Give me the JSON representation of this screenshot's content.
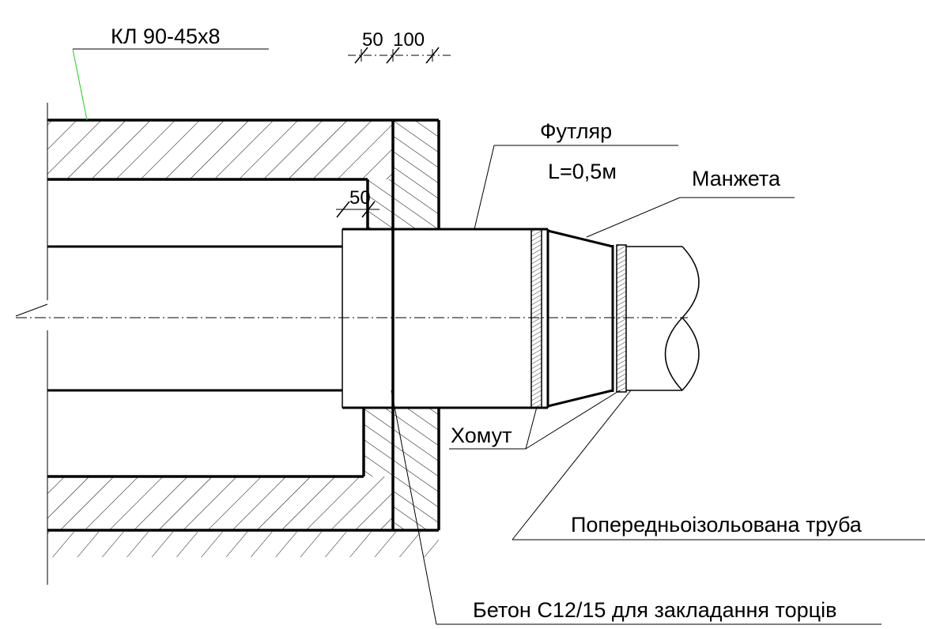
{
  "labels": {
    "slab": "КЛ 90-45х8",
    "dim_top_left": "50",
    "dim_top_right": "100",
    "dim_mid": "50",
    "sleeve_line1": "Футляр",
    "sleeve_line2": "L=0,5м",
    "cuff": "Манжета",
    "clamp": "Хомут",
    "pipe": "Попередньоізольована труба",
    "concrete": "Бетон С12/15 для закладання торців"
  },
  "colors": {
    "leader_green": "#22cc22",
    "line": "#000000"
  }
}
